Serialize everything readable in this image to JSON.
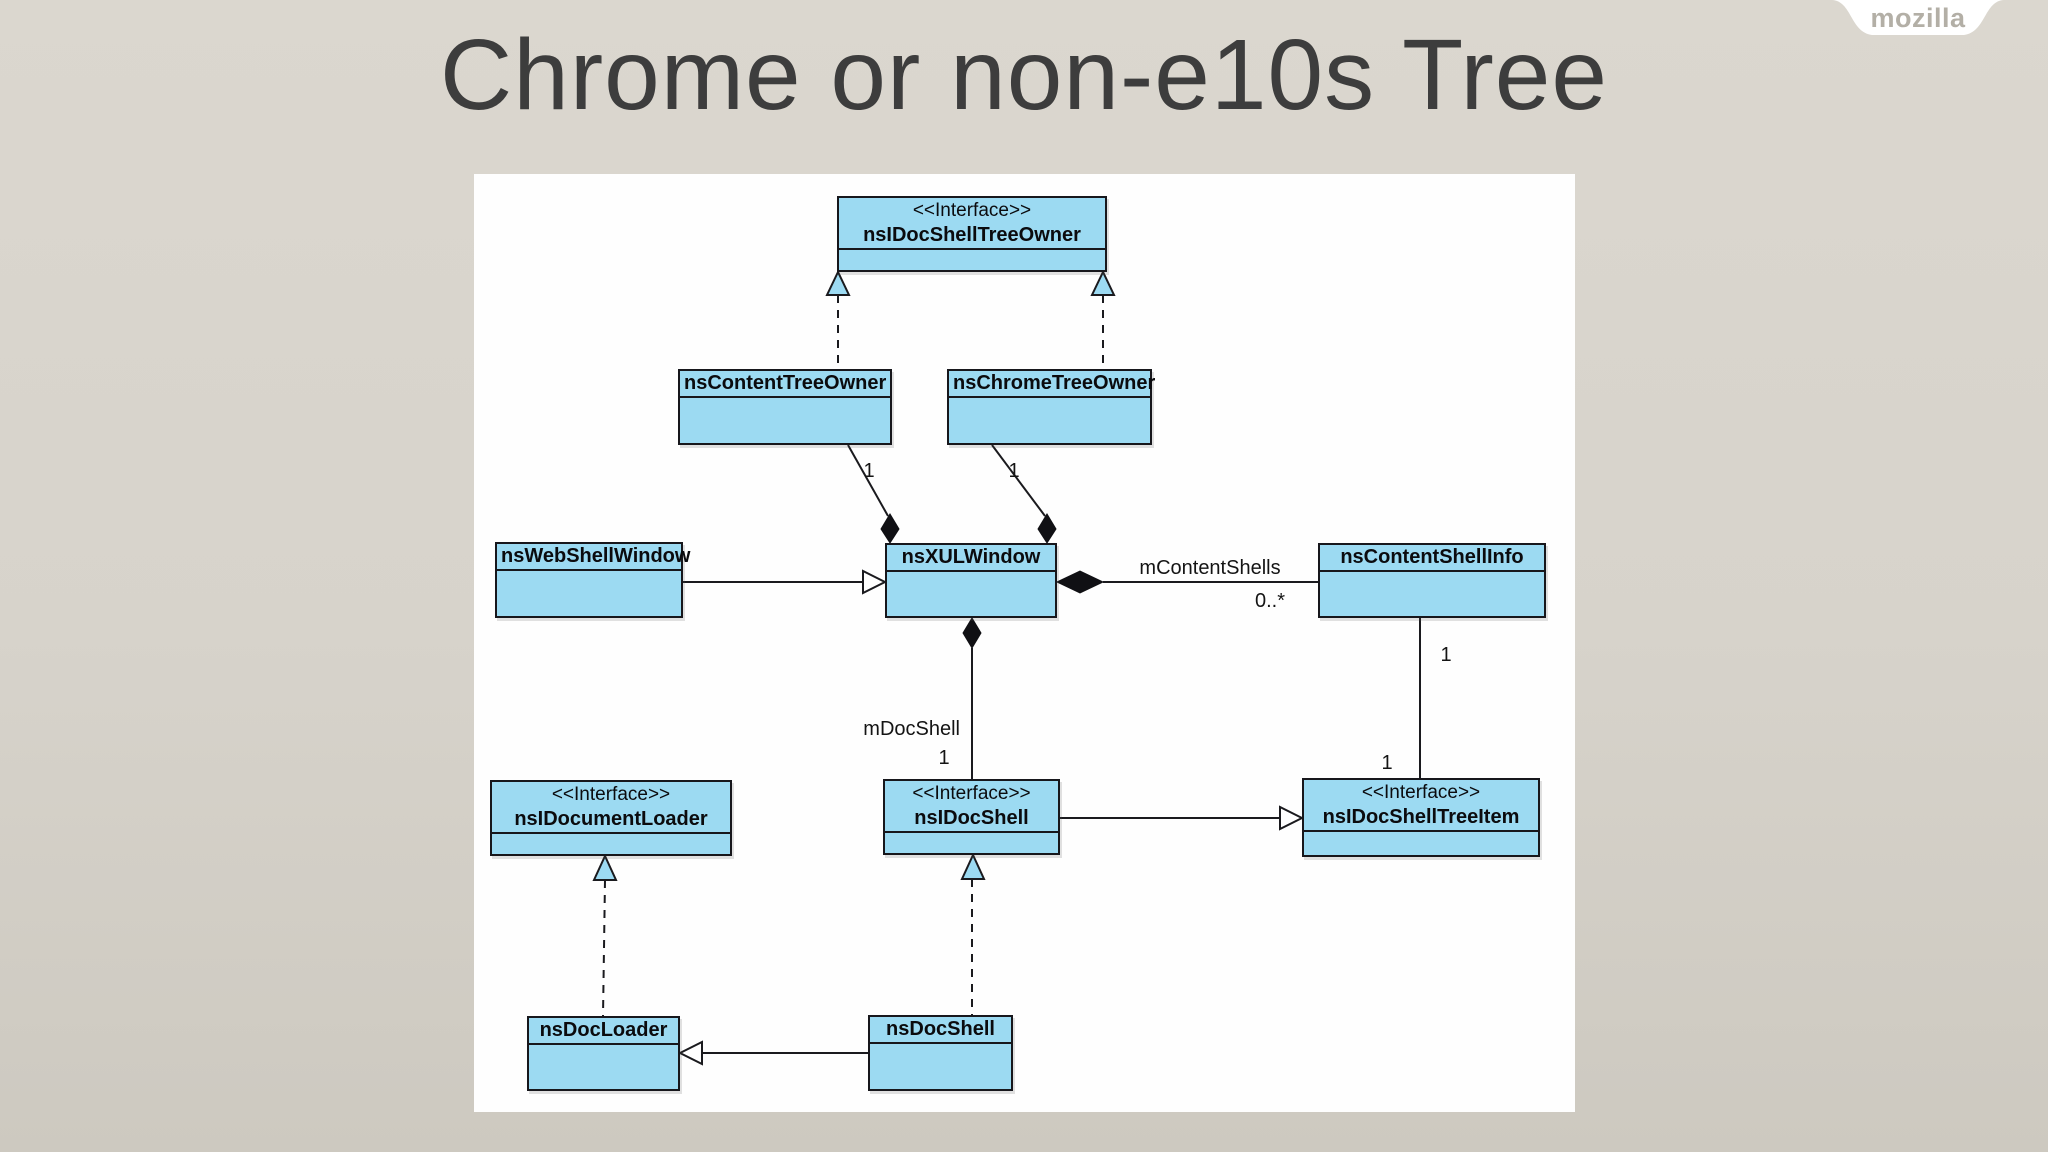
{
  "slide": {
    "title": "Chrome or non-e10s Tree",
    "brand": "mozilla"
  },
  "diagram": {
    "type": "uml-class-diagram",
    "nodes": {
      "tree_owner_iface": {
        "stereotype": "<<Interface>>",
        "name": "nsIDocShellTreeOwner"
      },
      "content_tree_owner": {
        "name": "nsContentTreeOwner"
      },
      "chrome_tree_owner": {
        "name": "nsChromeTreeOwner"
      },
      "web_shell_window": {
        "name": "nsWebShellWindow"
      },
      "xul_window": {
        "name": "nsXULWindow"
      },
      "content_shell_info": {
        "name": "nsContentShellInfo"
      },
      "doc_loader_iface": {
        "stereotype": "<<Interface>>",
        "name": "nsIDocumentLoader"
      },
      "doc_shell_iface": {
        "stereotype": "<<Interface>>",
        "name": "nsIDocShell"
      },
      "tree_item_iface": {
        "stereotype": "<<Interface>>",
        "name": "nsIDocShellTreeItem"
      },
      "doc_loader": {
        "name": "nsDocLoader"
      },
      "doc_shell": {
        "name": "nsDocShell"
      }
    },
    "labels": {
      "m_content_shells": "mContentShells",
      "m_doc_shell": "mDocShell",
      "mult_one": "1",
      "mult_zero_many": "0..*"
    },
    "edges": [
      {
        "from": "nsContentTreeOwner",
        "to": "nsIDocShellTreeOwner",
        "type": "realization"
      },
      {
        "from": "nsChromeTreeOwner",
        "to": "nsIDocShellTreeOwner",
        "type": "realization"
      },
      {
        "from": "nsXULWindow",
        "to": "nsContentTreeOwner",
        "type": "composition",
        "multiplicity": "1"
      },
      {
        "from": "nsXULWindow",
        "to": "nsChromeTreeOwner",
        "type": "composition",
        "multiplicity": "1"
      },
      {
        "from": "nsWebShellWindow",
        "to": "nsXULWindow",
        "type": "generalization"
      },
      {
        "from": "nsXULWindow",
        "to": "nsContentShellInfo",
        "type": "composition",
        "label": "mContentShells",
        "multiplicity": "0..*"
      },
      {
        "from": "nsXULWindow",
        "to": "nsIDocShell",
        "type": "composition",
        "label": "mDocShell",
        "multiplicity": "1"
      },
      {
        "from": "nsContentShellInfo",
        "to": "nsIDocShellTreeItem",
        "type": "association",
        "multiplicity_from": "1",
        "multiplicity_to": "1"
      },
      {
        "from": "nsIDocShell",
        "to": "nsIDocShellTreeItem",
        "type": "generalization"
      },
      {
        "from": "nsDocLoader",
        "to": "nsIDocumentLoader",
        "type": "realization"
      },
      {
        "from": "nsDocShell",
        "to": "nsIDocShell",
        "type": "realization"
      },
      {
        "from": "nsDocShell",
        "to": "nsDocLoader",
        "type": "generalization"
      }
    ],
    "colors": {
      "node_fill": "#9cdaf2",
      "node_border": "#17171c",
      "background": "#d7d3cb",
      "panel": "#fefefe",
      "title_text": "#3d3d3d",
      "brand_text": "#b3afa6"
    }
  }
}
